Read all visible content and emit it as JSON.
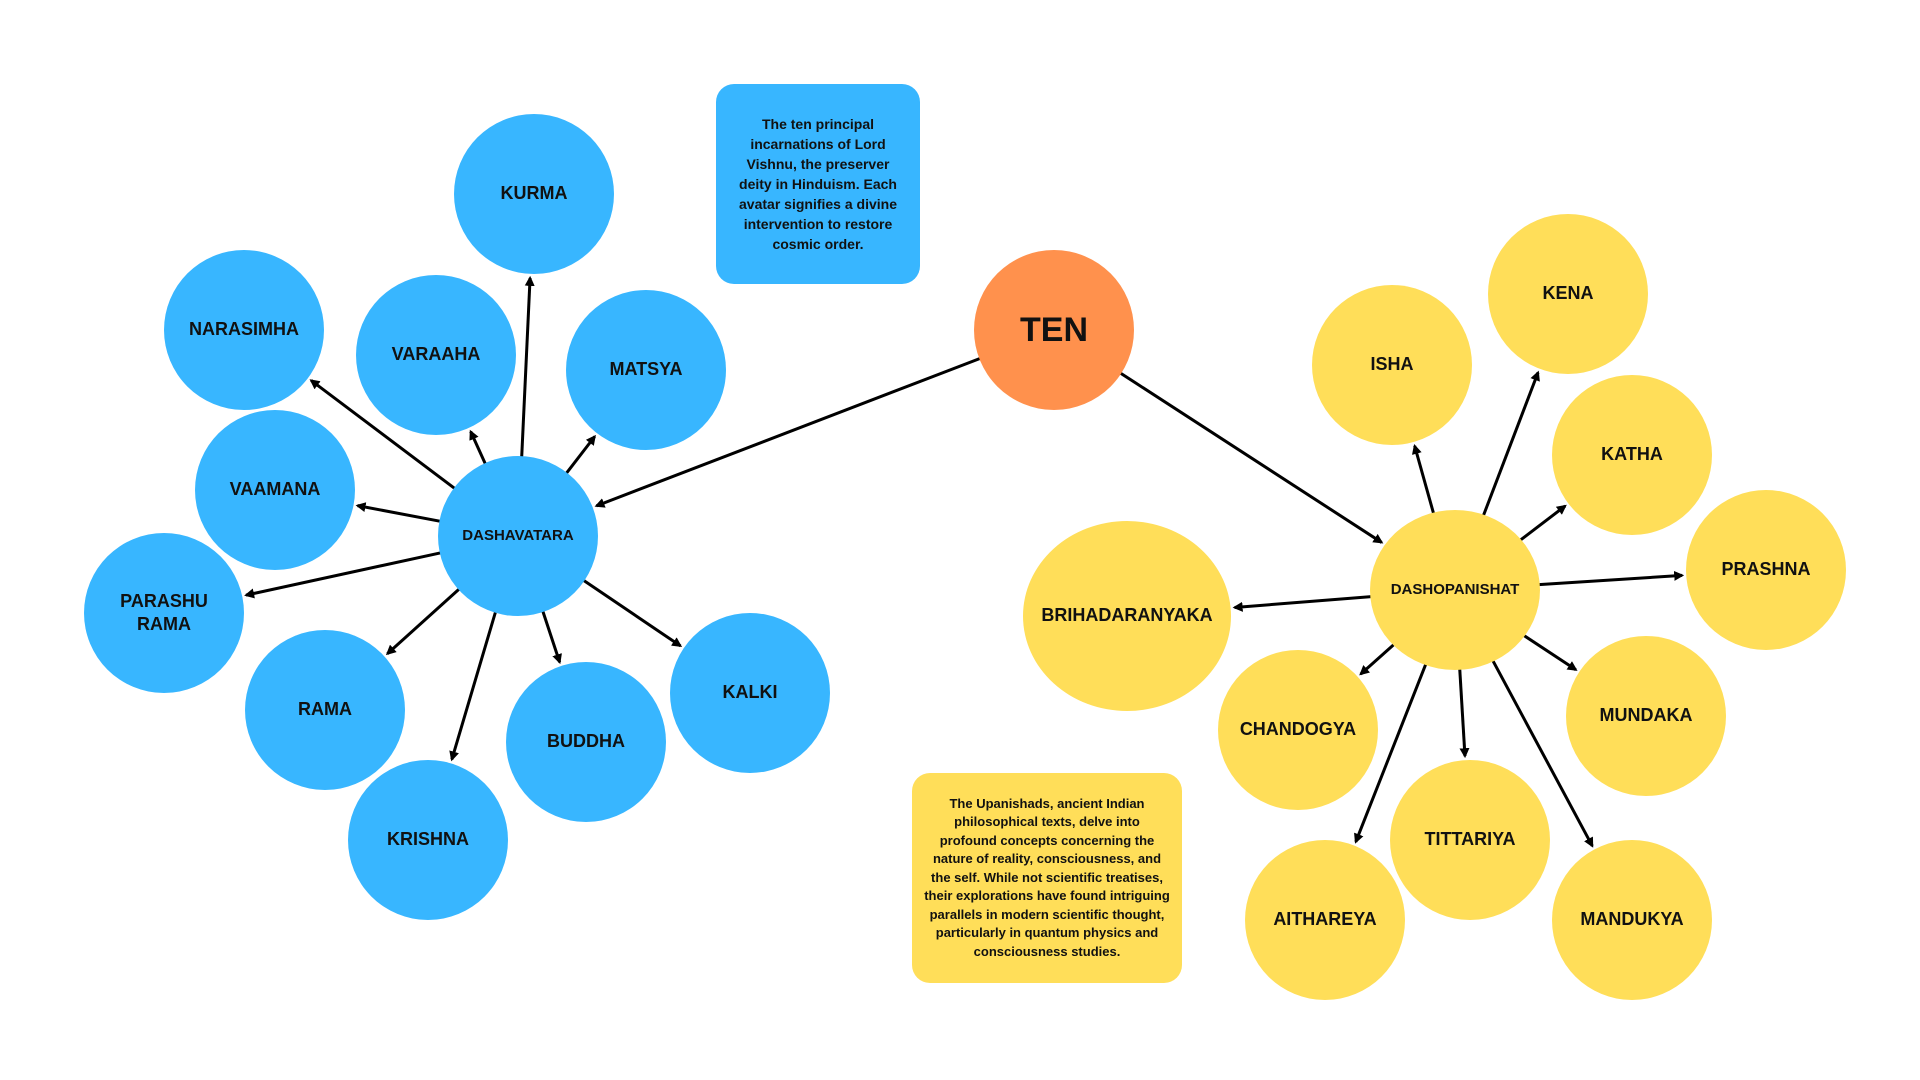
{
  "colors": {
    "root": "#FF914D",
    "avatar": "#38B6FF",
    "upanishad": "#FFDE59",
    "edge": "#000000"
  },
  "root": {
    "label": "TEN"
  },
  "avatara": {
    "hub": "DASHAVATARA",
    "nodes": [
      "KURMA",
      "NARASIMHA",
      "VARAAHA",
      "MATSYA",
      "VAAMANA",
      "PARASHU\nRAMA",
      "RAMA",
      "KRISHNA",
      "BUDDHA",
      "KALKI"
    ],
    "note": "The ten principal incarnations of Lord Vishnu, the preserver deity in Hinduism. Each avatar signifies a divine intervention to restore cosmic order."
  },
  "upanishad": {
    "hub": "DASHOPANISHAT",
    "nodes": [
      "ISHA",
      "KENA",
      "KATHA",
      "PRASHNA",
      "BRIHADARANYAKA",
      "CHANDOGYA",
      "MUNDAKA",
      "TITTARIYA",
      "AITHAREYA",
      "MANDUKYA"
    ],
    "note": "The Upanishads, ancient Indian philosophical texts, delve into profound concepts concerning the nature of reality, consciousness, and the self. While not scientific treatises, their explorations have found intriguing parallels in modern scientific thought, particularly in quantum physics and consciousness studies."
  }
}
